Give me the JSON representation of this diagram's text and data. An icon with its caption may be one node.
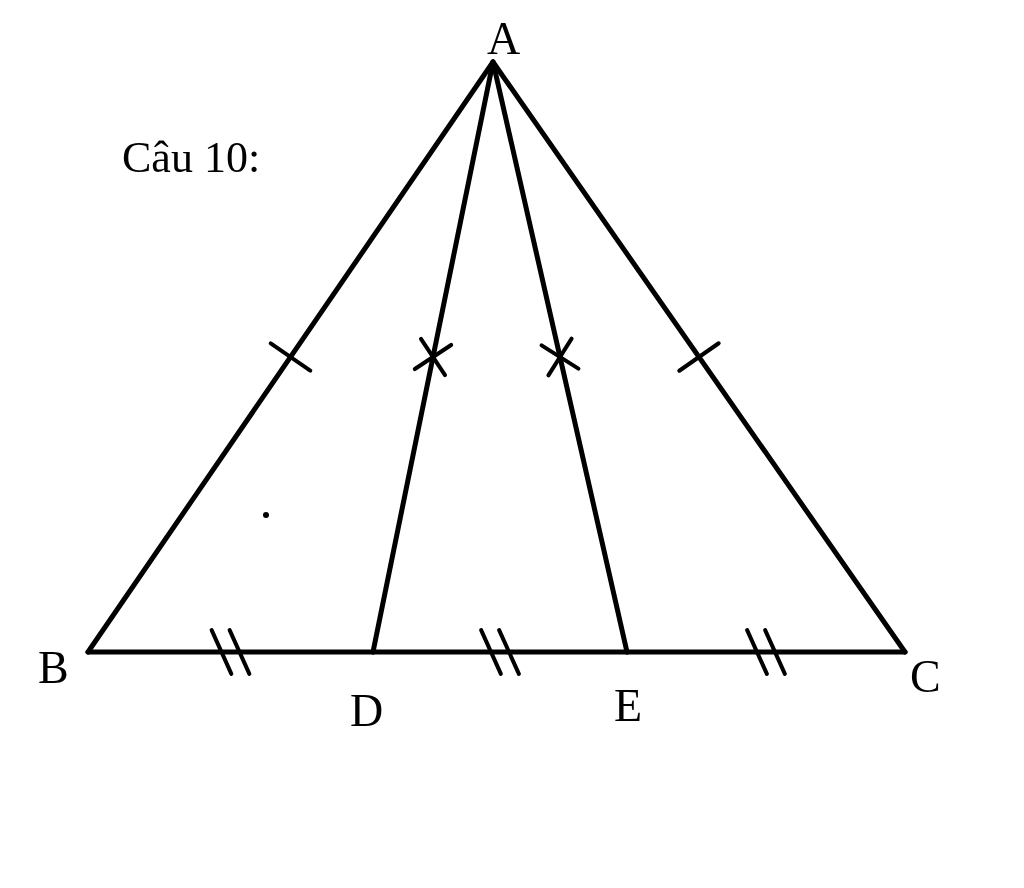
{
  "diagram": {
    "title": "Câu 10:",
    "nodes": [
      {
        "text": [
          "A"
        ]
      },
      {
        "text": [
          "B"
        ]
      },
      {
        "text": [
          "C"
        ]
      },
      {
        "text": [
          "D"
        ]
      },
      {
        "text": [
          "E"
        ]
      }
    ],
    "edges": [
      {
        "from": 0,
        "to": 1,
        "arrow": "none"
      },
      {
        "from": 0,
        "to": 3,
        "arrow": "none"
      },
      {
        "from": 0,
        "to": 4,
        "arrow": "none"
      },
      {
        "from": 0,
        "to": 2,
        "arrow": "none"
      },
      {
        "from": 1,
        "to": 3,
        "arrow": "none"
      },
      {
        "from": 3,
        "to": 4,
        "arrow": "none"
      },
      {
        "from": 4,
        "to": 2,
        "arrow": "none"
      }
    ]
  }
}
